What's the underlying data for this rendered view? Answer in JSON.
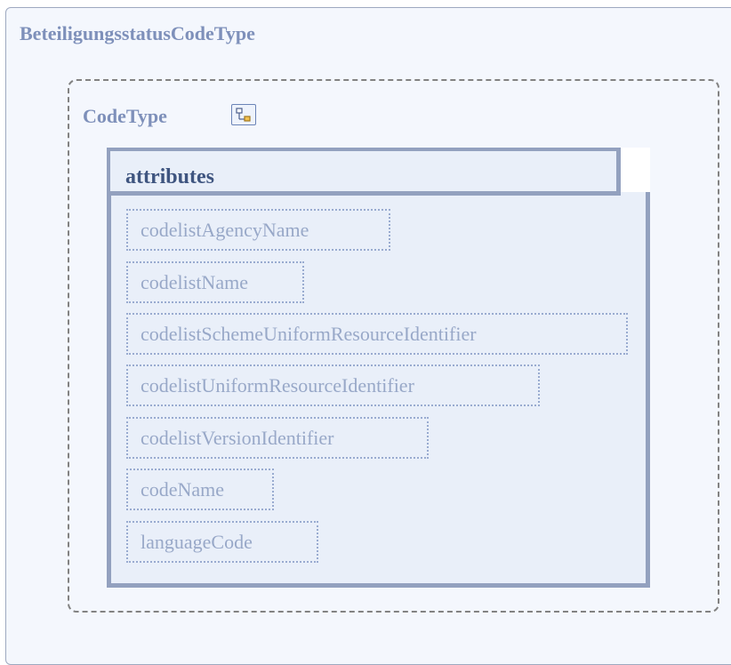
{
  "simple_type": {
    "name": "BeteiligungsstatusCodeType"
  },
  "complex_type": {
    "name": "CodeType",
    "icon": "tree-structure-icon"
  },
  "attributes_group": {
    "title": "attributes",
    "items": [
      "codelistAgencyName",
      "codelistName",
      "codelistSchemeUniformResourceIdentifier",
      "codelistUniformResourceIdentifier",
      "codelistVersionIdentifier",
      "codeName",
      "languageCode"
    ]
  },
  "colors": {
    "panel_background": "#f4f7fd",
    "title_text": "#7e90ba",
    "attributes_title": "#3f5580",
    "attributes_fill": "#e9eff9",
    "attributes_border": "#93a1bf",
    "dashed_border": "#828282",
    "item_text": "#98a8c8",
    "item_border": "#99abd0"
  }
}
